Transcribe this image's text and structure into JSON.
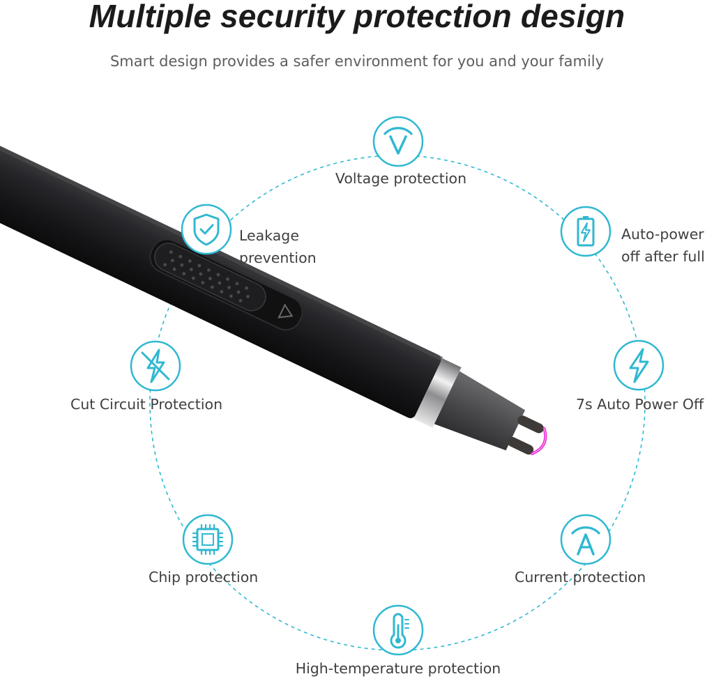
{
  "heading": {
    "title": "Multiple security protection design",
    "subtitle": "Smart design provides a safer environment for you and your family"
  },
  "features": {
    "voltage": {
      "label": "Voltage protection",
      "icon": "voltage-v-icon"
    },
    "leakage": {
      "line1": "Leakage",
      "line2": "prevention",
      "icon": "shield-check-icon"
    },
    "auto_power_full": {
      "line1": "Auto-power",
      "line2": "off after full",
      "icon": "battery-charging-icon"
    },
    "cut_circuit": {
      "label": "Cut Circuit Protection",
      "icon": "lightning-slash-icon"
    },
    "auto_power_7s": {
      "label": "7s Auto Power Off",
      "icon": "lightning-icon"
    },
    "chip": {
      "label": "Chip protection",
      "icon": "chip-icon"
    },
    "current": {
      "label": "Current protection",
      "icon": "current-a-icon"
    },
    "temperature": {
      "label": "High-temperature protection",
      "icon": "thermometer-icon"
    }
  },
  "colors": {
    "accent": "#2fb8d1",
    "text": "#3f3f3f",
    "lighter_body": "#1c1c1e",
    "arc_glow": "#e61fd0"
  }
}
